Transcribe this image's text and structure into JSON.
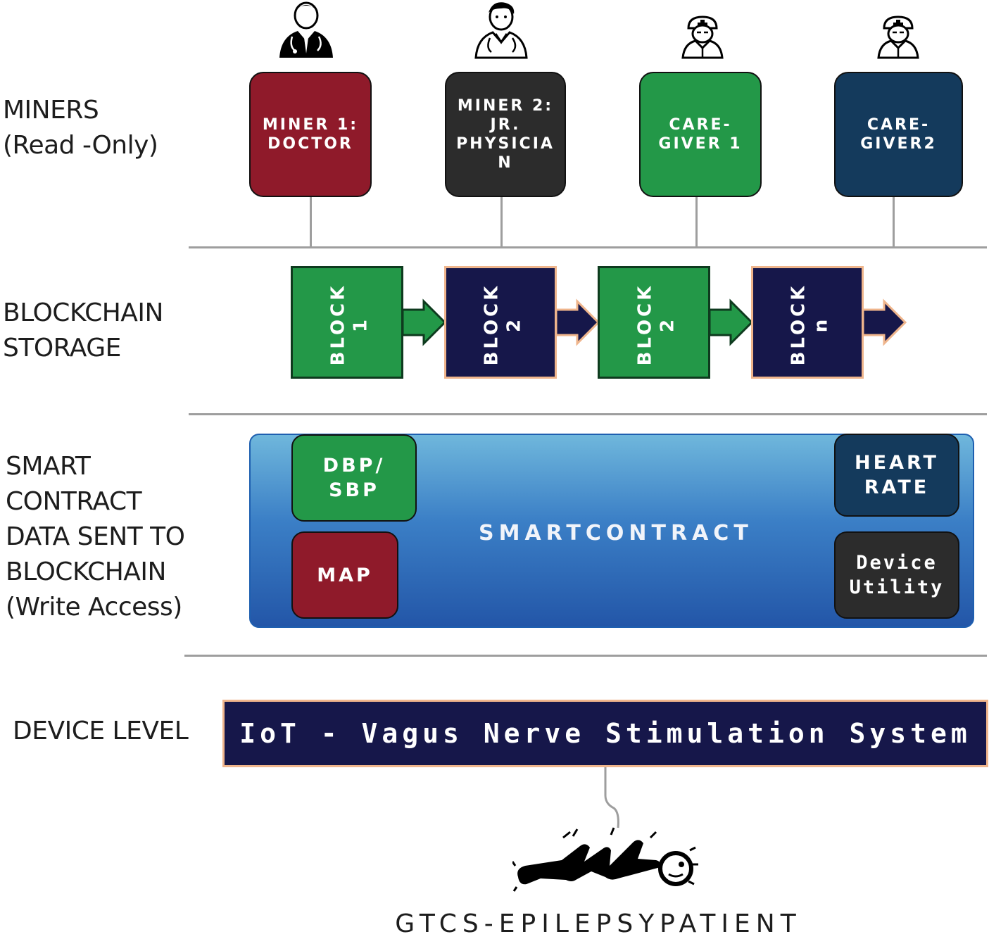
{
  "rows": {
    "miners": [
      "MINERS",
      "(Read -Only)"
    ],
    "storage": [
      "BLOCKCHAIN",
      "STORAGE"
    ],
    "smart_contract": [
      "SMART",
      "CONTRACT",
      "DATA SENT TO",
      "BLOCKCHAIN",
      "(Write Access)"
    ],
    "device": [
      "DEVICE LEVEL"
    ]
  },
  "miners": [
    {
      "label": "MINER 1:\nDOCTOR",
      "color": "#8f1a2a",
      "icon": "doctor-icon"
    },
    {
      "label": "MINER 2:\nJR.\nPHYSICIA\nN",
      "color": "#2c2c2c",
      "icon": "physician-icon"
    },
    {
      "label": "CARE-\nGIVER 1",
      "color": "#239848",
      "icon": "nurse-icon"
    },
    {
      "label": "CARE-\nGIVER2",
      "color": "#143a5c",
      "icon": "nurse-icon"
    }
  ],
  "blocks": [
    {
      "label": "BLOCK\n1",
      "color": "#239848"
    },
    {
      "label": "BLOCK\n2",
      "color": "#16174a"
    },
    {
      "label": "BLOCK\n2",
      "color": "#239848"
    },
    {
      "label": "BLOCK\nn",
      "color": "#16174a"
    }
  ],
  "smart_contract": {
    "title": "SMARTCONTRACT",
    "items": {
      "dbp_sbp": "DBP/\nSBP",
      "map": "MAP",
      "heart_rate": "HEART\nRATE",
      "device_utility": "Device\nUtility"
    },
    "colors": {
      "green": "#239848",
      "red": "#8f1a2a",
      "navy": "#143a5c",
      "dark": "#2c2c2c"
    }
  },
  "device": {
    "title": "IoT - Vagus Nerve Stimulation System"
  },
  "patient": {
    "label": "GTCS-EPILEPSYPATIENT",
    "icon": "seizure-patient-icon"
  }
}
